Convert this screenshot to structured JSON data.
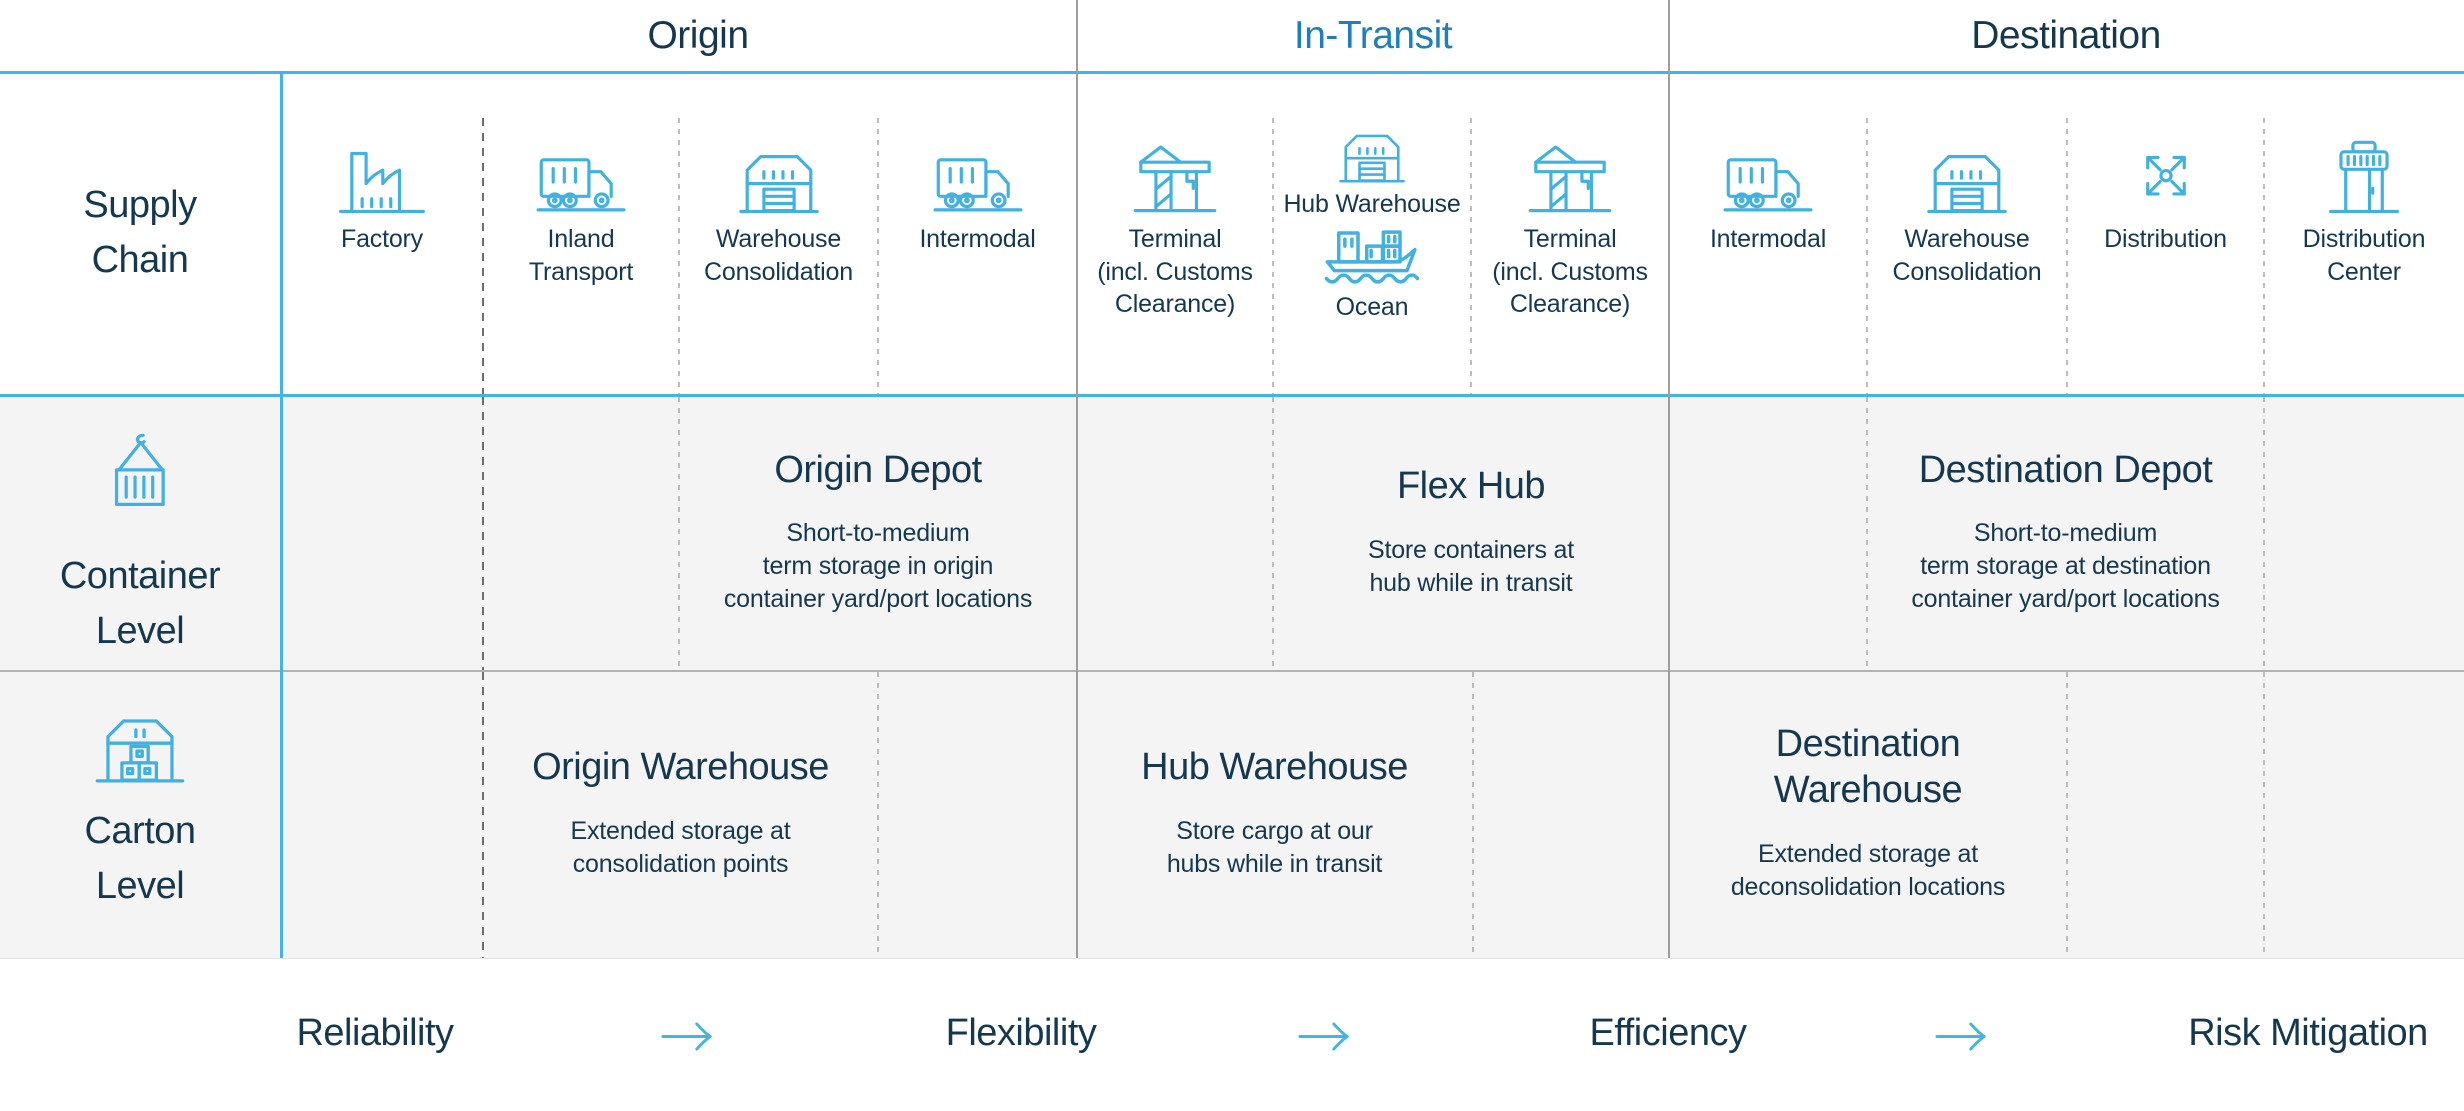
{
  "colors": {
    "navy_text": "#15384f",
    "accent_blue": "#41b1e2",
    "in_transit_header_blue": "#1b80bd",
    "row_background_gray": "#f4f4f5"
  },
  "headers": {
    "origin": "Origin",
    "in_transit": "In-Transit",
    "destination": "Destination"
  },
  "row_labels": {
    "supply_chain": "Supply\nChain",
    "container_level": "Container\nLevel",
    "carton_level": "Carton\nLevel",
    "container_level_icon": "container-crane-icon",
    "carton_level_icon": "carton-warehouse-icon"
  },
  "supply_steps": {
    "factory": {
      "label": "Factory",
      "icon": "factory-icon"
    },
    "inland_transport": {
      "label": "Inland\nTransport",
      "icon": "truck-icon"
    },
    "warehouse_consolidation_origin": {
      "label": "Warehouse\nConsolidation",
      "icon": "warehouse-icon"
    },
    "intermodal_origin": {
      "label": "Intermodal",
      "icon": "truck-icon"
    },
    "terminal_inbound": {
      "label": "Terminal\n(incl. Customs\nClearance)",
      "icon": "crane-icon"
    },
    "hub_warehouse": {
      "label": "Hub Warehouse",
      "icon": "warehouse-icon"
    },
    "ocean": {
      "label": "Ocean",
      "icon": "ship-icon"
    },
    "terminal_outbound": {
      "label": "Terminal\n(incl. Customs\nClearance)",
      "icon": "crane-icon"
    },
    "intermodal_destination": {
      "label": "Intermodal",
      "icon": "truck-icon"
    },
    "warehouse_consolidation_destination": {
      "label": "Warehouse\nConsolidation",
      "icon": "warehouse-icon"
    },
    "distribution": {
      "label": "Distribution",
      "icon": "distribution-icon"
    },
    "distribution_center": {
      "label": "Distribution\nCenter",
      "icon": "store-icon"
    }
  },
  "container_level_cards": {
    "origin_depot": {
      "title": "Origin Depot",
      "desc": "Short-to-medium\nterm storage in origin\ncontainer yard/port locations"
    },
    "flex_hub": {
      "title": "Flex Hub",
      "desc": "Store containers at\nhub while in transit"
    },
    "destination_depot": {
      "title": "Destination Depot",
      "desc": "Short-to-medium\nterm storage at destination\ncontainer yard/port locations"
    }
  },
  "carton_level_cards": {
    "origin_warehouse": {
      "title": "Origin Warehouse",
      "desc": "Extended storage at\nconsolidation points"
    },
    "hub_warehouse": {
      "title": "Hub Warehouse",
      "desc": "Store cargo at our\nhubs while in transit"
    },
    "destination_warehouse": {
      "title": "Destination\nWarehouse",
      "desc": "Extended storage at\ndeconsolidation locations"
    }
  },
  "footer": {
    "benefits": [
      "Reliability",
      "Flexibility",
      "Efficiency",
      "Risk Mitigation"
    ],
    "arrow_icon": "right-arrow-icon"
  }
}
